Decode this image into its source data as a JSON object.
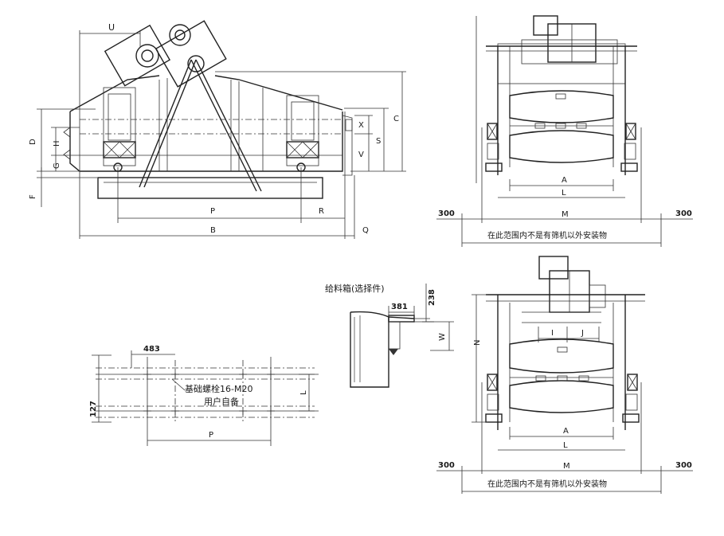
{
  "side_view": {
    "dims": {
      "U": "U",
      "D": "D",
      "H": "H",
      "G": "G",
      "F": "F",
      "C": "C",
      "S": "S",
      "X": "X",
      "V": "V",
      "P": "P",
      "R": "R",
      "B": "B",
      "Q": "Q"
    }
  },
  "front_view_top": {
    "A": "A",
    "L": "L",
    "M": "M",
    "left_clear": "300",
    "right_clear": "300",
    "note": "在此范围内不是有筛机以外安装物"
  },
  "front_view_bottom": {
    "A": "A",
    "L": "L",
    "M": "M",
    "N": "N",
    "I": "I",
    "J": "J",
    "left_clear": "300",
    "right_clear": "300",
    "note": "在此范围内不是有筛机以外安装物"
  },
  "feed_box": {
    "title": "给料箱(选择件)",
    "dim_381": "381",
    "dim_238": "238",
    "W": "W"
  },
  "foundation": {
    "dim_483": "483",
    "dim_127": "127",
    "bolt_label": "基础螺栓16-M20",
    "bolt_note": "用户自备",
    "L": "L",
    "P": "P"
  }
}
